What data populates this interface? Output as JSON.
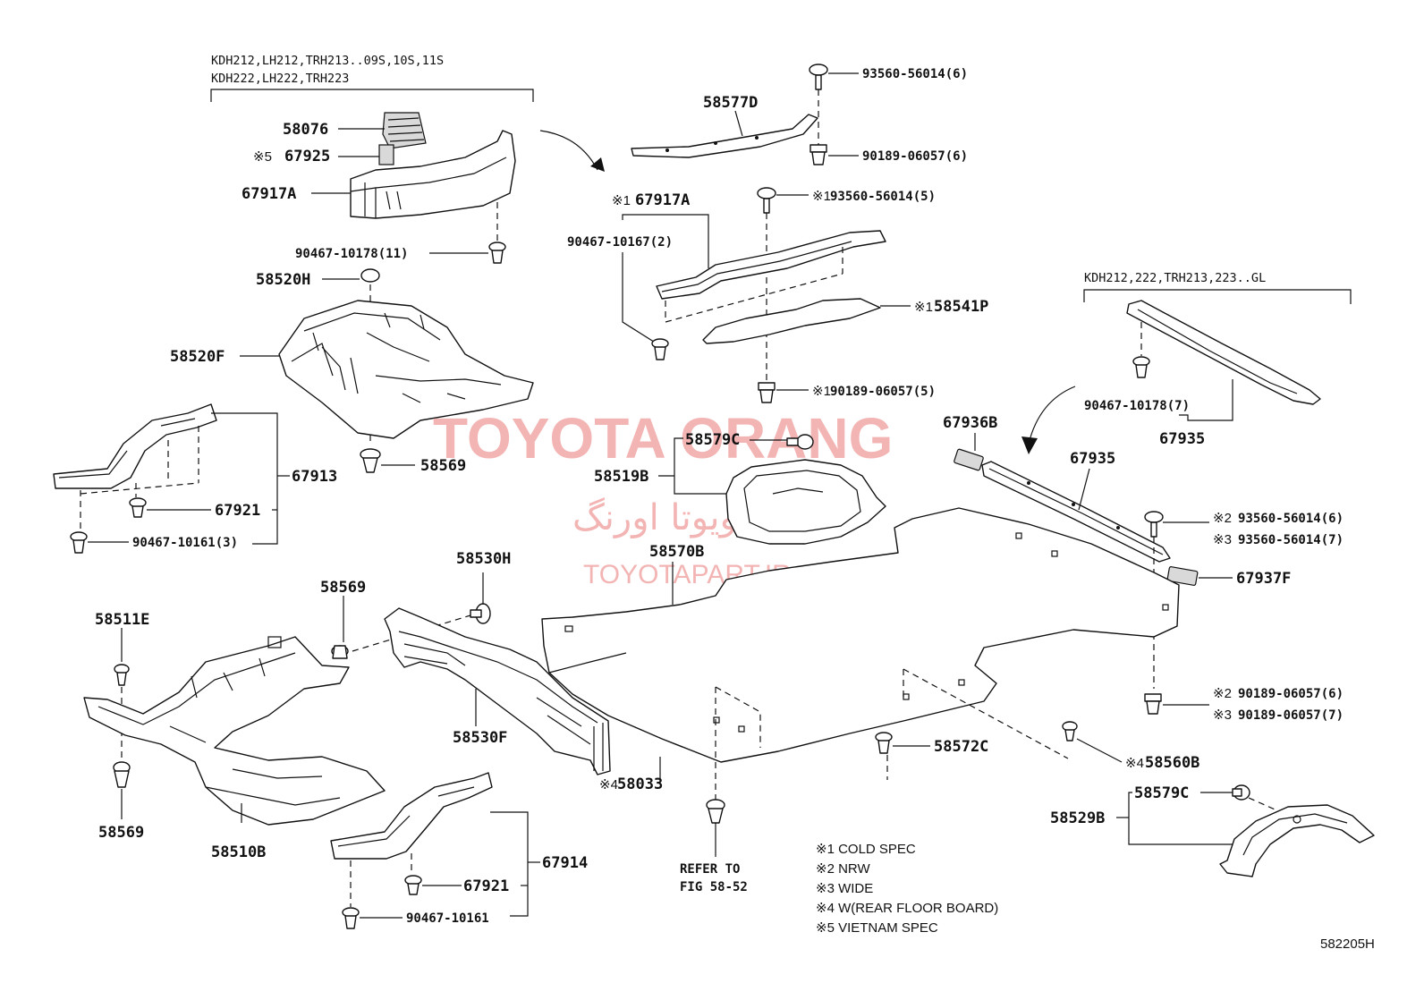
{
  "groups": {
    "top_left_line1": "KDH212,LH212,TRH213..09S,10S,11S",
    "top_left_line2": "KDH222,LH222,TRH223",
    "right": "KDH212,222,TRH213,223..GL"
  },
  "parts": {
    "p58076": "58076",
    "p67925": "67925",
    "m67925": "※5",
    "p67917A": "67917A",
    "p90467_10178_11": "90467-10178(11)",
    "p58520H": "58520H",
    "p58520F": "58520F",
    "p58569_a": "58569",
    "p67913": "67913",
    "p67921_a": "67921",
    "p90467_10161_3": "90467-10161(3)",
    "p58577D": "58577D",
    "p93560_56014_6_top": "93560-56014(6)",
    "p90189_06057_6_top": "90189-06057(6)",
    "m67917A_b": "※1",
    "p67917A_b": "67917A",
    "m93560_5": "※1",
    "p93560_56014_5": "93560-56014(5)",
    "p90467_10167_2": "90467-10167(2)",
    "m58541P": "※1",
    "p58541P": "58541P",
    "m90189_5": "※1",
    "p90189_06057_5": "90189-06057(5)",
    "p58579C_a": "58579C",
    "p67936B": "67936B",
    "p58519B": "58519B",
    "p90467_10178_7": "90467-10178(7)",
    "p67935_a": "67935",
    "p67935_b": "67935",
    "m93560_6": "※2",
    "p93560_56014_6": "93560-56014(6)",
    "m93560_7": "※3",
    "p93560_56014_7": "93560-56014(7)",
    "p67937F": "67937F",
    "p58570B": "58570B",
    "p58530H": "58530H",
    "p58569_b": "58569",
    "p58511E": "58511E",
    "p58530F": "58530F",
    "p58569_c": "58569",
    "p58510B": "58510B",
    "m58033": "※4",
    "p58033": "58033",
    "p58572C": "58572C",
    "m58560B": "※4",
    "p58560B": "58560B",
    "m90189_6": "※2",
    "p90189_06057_6": "90189-06057(6)",
    "m90189_7": "※3",
    "p90189_06057_7": "90189-06057(7)",
    "p58579C_b": "58579C",
    "p58529B": "58529B",
    "p67914": "67914",
    "p67921_b": "67921",
    "p90467_10161": "90467-10161"
  },
  "refer": {
    "line1": "REFER TO",
    "line2": "FIG 58-52"
  },
  "legend": [
    "※1 COLD SPEC",
    "※2 NRW",
    "※3 WIDE",
    "※4 W(REAR FLOOR BOARD)",
    "※5 VIETNAM SPEC"
  ],
  "diagram_code": "582205H",
  "watermark": {
    "main": "TOYOTA ORANG",
    "persian": "تویوتا اورنگ",
    "url": "TOYOTAPART.IR"
  }
}
